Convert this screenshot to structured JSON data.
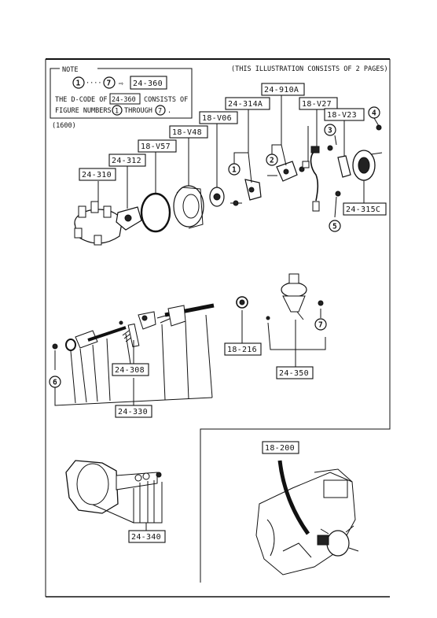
{
  "header": {
    "pages_note": "(THIS ILLUSTRATION CONSISTS OF  2 PAGES)",
    "variant": "(1600)"
  },
  "note_box": {
    "title": "NOTE",
    "range_start": "1",
    "range_dots": "·····",
    "range_end": "7",
    "arrow": "⇨",
    "ref_code": "24-360",
    "line1_a": "THE D-CODE OF",
    "line1_code": "24-360",
    "line1_b": "CONSISTS OF",
    "line2_a": "FIGURE NUMBERS",
    "line2_num1": "1",
    "line2_b": "THROUGH",
    "line2_num2": "7",
    "line2_end": "."
  },
  "part_labels": {
    "p24_910A": "24-910A",
    "p24_314A": "24-314A",
    "p18_V27": "18-V27",
    "p18_V06": "18-V06",
    "p18_V23": "18-V23",
    "p18_V48": "18-V48",
    "p18_V57": "18-V57",
    "p24_312": "24-312",
    "p24_310": "24-310",
    "p24_315C": "24-315C",
    "p18_216": "18-216",
    "p24_350": "24-350",
    "p24_308": "24-308",
    "p24_330": "24-330",
    "p18_200": "18-200",
    "p24_340": "24-340"
  },
  "figure_numbers": {
    "n1": "1",
    "n2": "2",
    "n3": "3",
    "n4": "4",
    "n5": "5",
    "n6": "6",
    "n7": "7"
  }
}
